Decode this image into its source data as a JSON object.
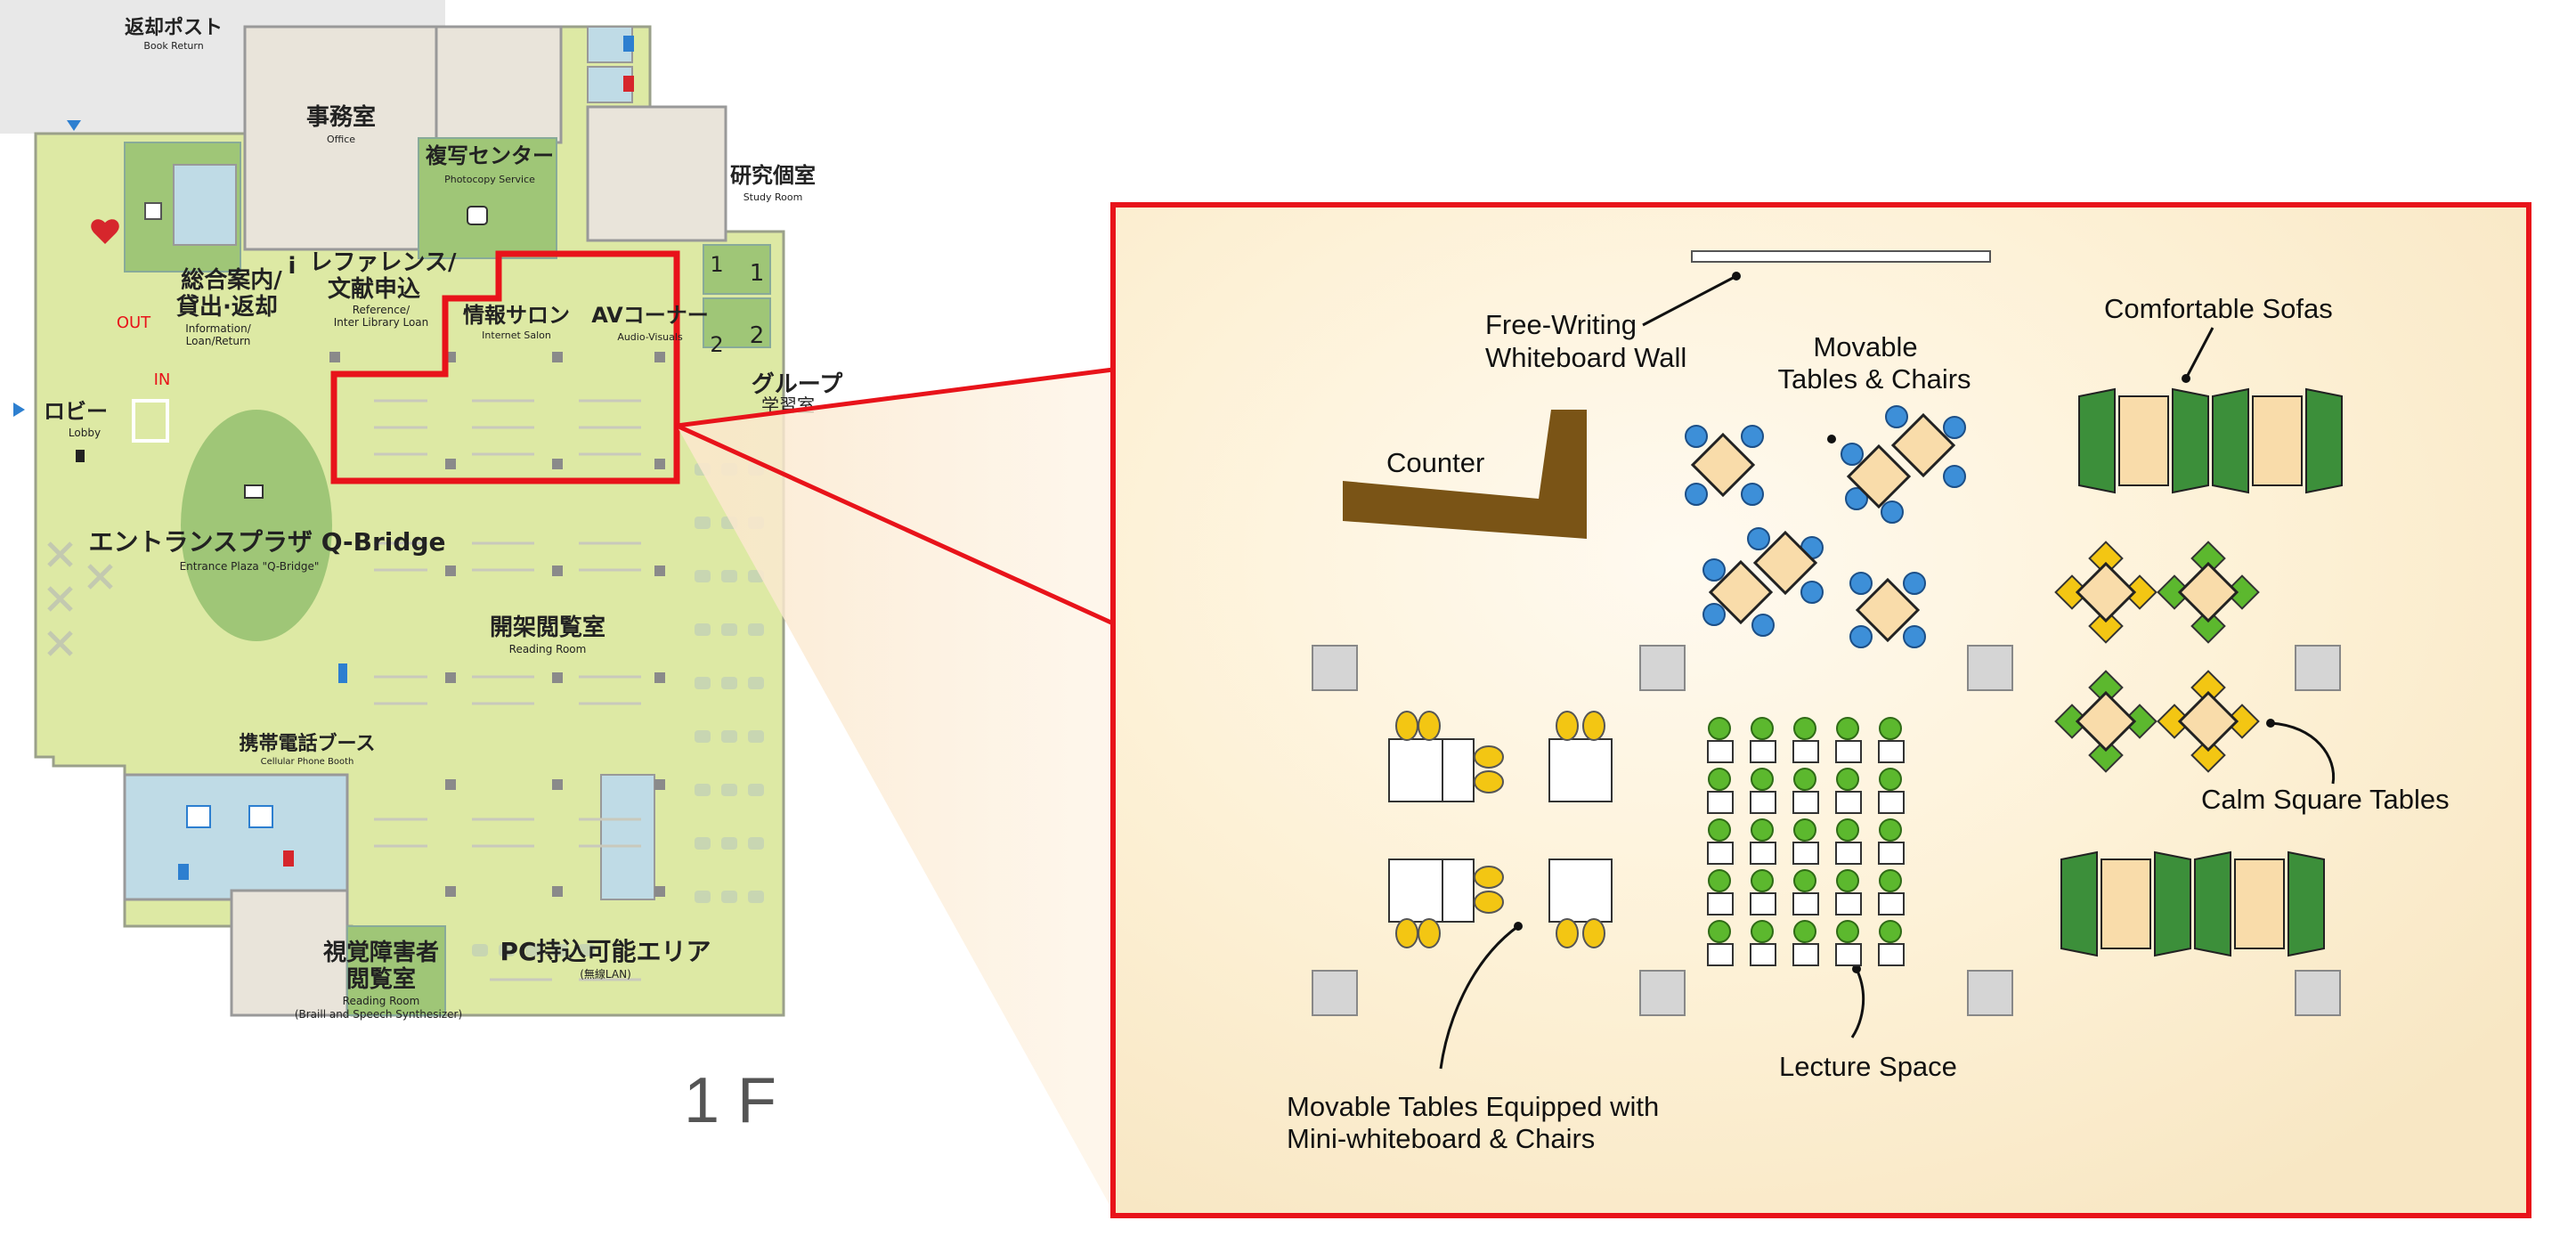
{
  "floor_plan": {
    "floor_label": "1 F",
    "rooms": {
      "book_return": {
        "jp": "返却ポスト",
        "en": "Book Return"
      },
      "office": {
        "jp": "事務室",
        "en": "Office"
      },
      "photocopy": {
        "jp": "複写センター",
        "en": "Photocopy Service"
      },
      "study_room": {
        "jp": "研究個室",
        "en": "Study Room"
      },
      "reference": {
        "jp1": "レファレンス/",
        "jp2": "文献申込",
        "en1": "Reference/",
        "en2": "Inter Library Loan"
      },
      "information": {
        "jp1": "総合案内/",
        "jp2": "貸出·返却",
        "en1": "Information/",
        "en2": "Loan/Return"
      },
      "internet_salon": {
        "jp": "情報サロン",
        "en": "Internet Salon"
      },
      "av_corner": {
        "jp": "AVコーナー",
        "en": "Audio-Visuals"
      },
      "group": {
        "jp": "グループ",
        "jp2": "学習室"
      },
      "lobby": {
        "jp": "ロビー",
        "en": "Lobby"
      },
      "entrance": {
        "jp": "エントランスプラザ Q-Bridge",
        "en": "Entrance Plaza \"Q-Bridge\""
      },
      "reading_room": {
        "jp": "開架閲覧室",
        "en": "Reading Room"
      },
      "cellular": {
        "jp": "携帯電話ブース",
        "en": "Cellular Phone Booth"
      },
      "braille": {
        "jp1": "視覚障害者",
        "jp2": "閲覧室",
        "en1": "Reading Room",
        "en2": "(Braill and Speech Synthesizer)"
      },
      "pc_area": {
        "jp": "PC持込可能エリア",
        "en": "(無線LAN)"
      }
    },
    "markers": {
      "out": "OUT",
      "in": "IN",
      "info_icon": "i"
    },
    "study_numbers": [
      "1",
      "1",
      "2",
      "2"
    ]
  },
  "detail": {
    "labels": {
      "whiteboard": [
        "Free-Writing",
        "Whiteboard Wall"
      ],
      "movable": [
        "Movable",
        "Tables & Chairs"
      ],
      "sofas": "Comfortable Sofas",
      "counter": "Counter",
      "calm": "Calm Square Tables",
      "lecture": "Lecture Space",
      "mini": [
        "Movable Tables Equipped with",
        "Mini-whiteboard & Chairs"
      ]
    }
  },
  "colors": {
    "floor_green": "#dde9a4",
    "room_dark_green": "#9fc677",
    "wall_gray": "#e9e4da",
    "water_blue": "#bfdbe6",
    "highlight_red": "#e8131a",
    "detail_bg": "#fdf3dc",
    "sofa_green": "#3c8f3a",
    "chair_yellow": "#f3c613",
    "chair_blue": "#3d8fd8",
    "chair_green": "#5cb82e",
    "counter_brown": "#7a5416"
  }
}
